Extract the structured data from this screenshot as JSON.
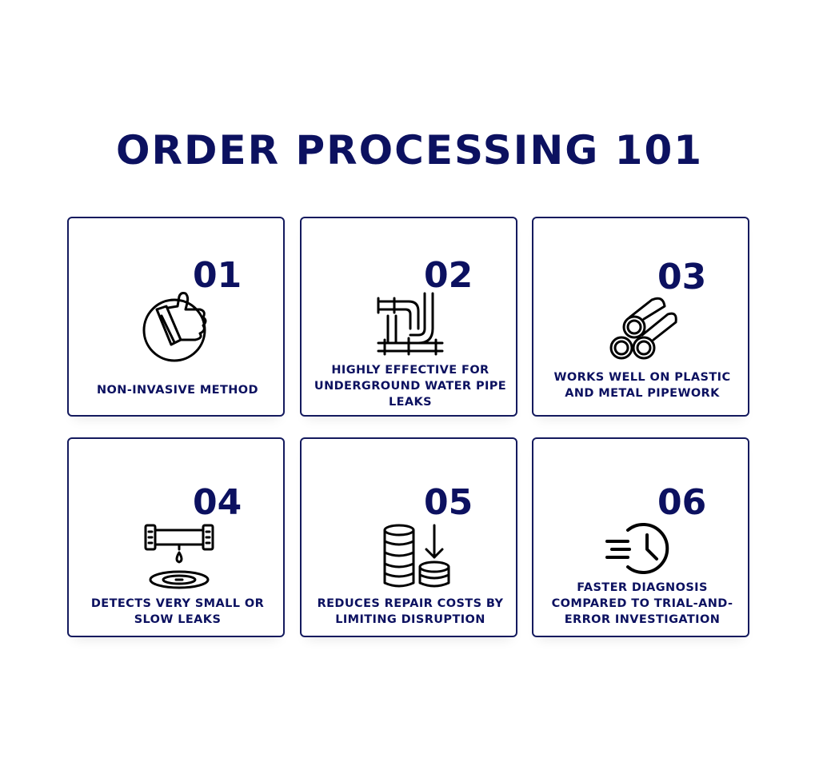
{
  "title": "ORDER PROCESSING 101",
  "cards": [
    {
      "number": "01",
      "label": "NON-INVASIVE METHOD",
      "icon": "thumbs-up-icon"
    },
    {
      "number": "02",
      "label": "HIGHLY EFFECTIVE FOR UNDERGROUND WATER PIPE LEAKS",
      "icon": "pipes-icon"
    },
    {
      "number": "03",
      "label": "WORKS WELL ON PLASTIC AND METAL PIPEWORK",
      "icon": "stacked-pipes-icon"
    },
    {
      "number": "04",
      "label": "DETECTS VERY SMALL OR SLOW LEAKS",
      "icon": "leaking-pipe-icon"
    },
    {
      "number": "05",
      "label": "REDUCES REPAIR COSTS BY LIMITING DISRUPTION",
      "icon": "coins-down-icon"
    },
    {
      "number": "06",
      "label": "FASTER DIAGNOSIS COMPARED TO TRIAL-AND-ERROR INVESTIGATION",
      "icon": "fast-clock-icon"
    }
  ],
  "colors": {
    "primary": "#0c1160",
    "border": "#141a5e",
    "background": "#ffffff"
  }
}
